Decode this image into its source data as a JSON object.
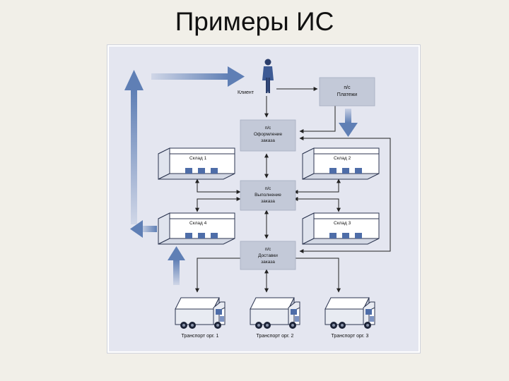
{
  "slide": {
    "title": "Примеры ИС"
  },
  "diagram": {
    "client": {
      "label": "Клиент"
    },
    "subsystems": {
      "payments": {
        "line1": "п/с",
        "line2": "Платежи",
        "line3": ""
      },
      "order_entry": {
        "line1": "п/с",
        "line2": "Оформление",
        "line3": "заказа"
      },
      "order_fulfillment": {
        "line1": "п/с",
        "line2": "Выполнение",
        "line3": "заказа"
      },
      "order_delivery": {
        "line1": "п/с",
        "line2": "Доставки",
        "line3": "заказа"
      }
    },
    "warehouses": [
      {
        "label": "Склад 1"
      },
      {
        "label": "Склад 2"
      },
      {
        "label": "Склад 4"
      },
      {
        "label": "Склад 3"
      }
    ],
    "transports": [
      {
        "label": "Транспорт орг. 1"
      },
      {
        "label": "Транспорт орг. 2"
      },
      {
        "label": "Транспорт орг. 3"
      }
    ],
    "colors": {
      "panel": "#e4e6f0",
      "box": "#c3c9d8",
      "building_side": "#eef0f6",
      "building_front": "#ffffff",
      "window": "#4e6da8",
      "big_arrow": "#5f7fb5"
    }
  }
}
